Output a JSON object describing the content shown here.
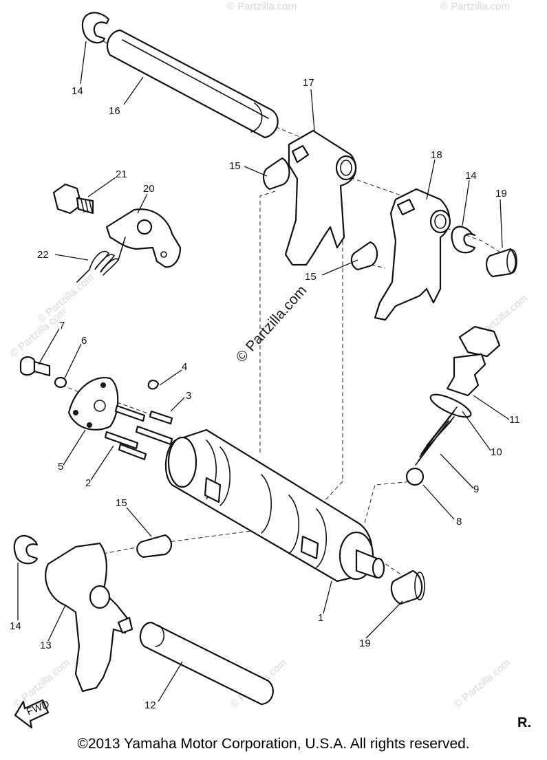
{
  "watermark_main": "© Partzilla.com",
  "watermark_faint": "© Partzilla.com",
  "copyright": "©2013 Yamaha Motor Corporation, U.S.A. All rights reserved.",
  "corner_label": "R.",
  "fwd_label": "FWD",
  "parts": [
    {
      "id": "p14a",
      "label": "14"
    },
    {
      "id": "p16",
      "label": "16"
    },
    {
      "id": "p17",
      "label": "17"
    },
    {
      "id": "p15a",
      "label": "15"
    },
    {
      "id": "p21",
      "label": "21"
    },
    {
      "id": "p20",
      "label": "20"
    },
    {
      "id": "p22",
      "label": "22"
    },
    {
      "id": "p18",
      "label": "18"
    },
    {
      "id": "p14b",
      "label": "14"
    },
    {
      "id": "p19a",
      "label": "19"
    },
    {
      "id": "p15b",
      "label": "15"
    },
    {
      "id": "p7",
      "label": "7"
    },
    {
      "id": "p6",
      "label": "6"
    },
    {
      "id": "p4",
      "label": "4"
    },
    {
      "id": "p3",
      "label": "3"
    },
    {
      "id": "p11",
      "label": "11"
    },
    {
      "id": "p10",
      "label": "10"
    },
    {
      "id": "p5",
      "label": "5"
    },
    {
      "id": "p2",
      "label": "2"
    },
    {
      "id": "p9",
      "label": "9"
    },
    {
      "id": "p15c",
      "label": "15"
    },
    {
      "id": "p8",
      "label": "8"
    },
    {
      "id": "p14c",
      "label": "14"
    },
    {
      "id": "p13",
      "label": "13"
    },
    {
      "id": "p1",
      "label": "1"
    },
    {
      "id": "p19b",
      "label": "19"
    },
    {
      "id": "p12",
      "label": "12"
    }
  ]
}
